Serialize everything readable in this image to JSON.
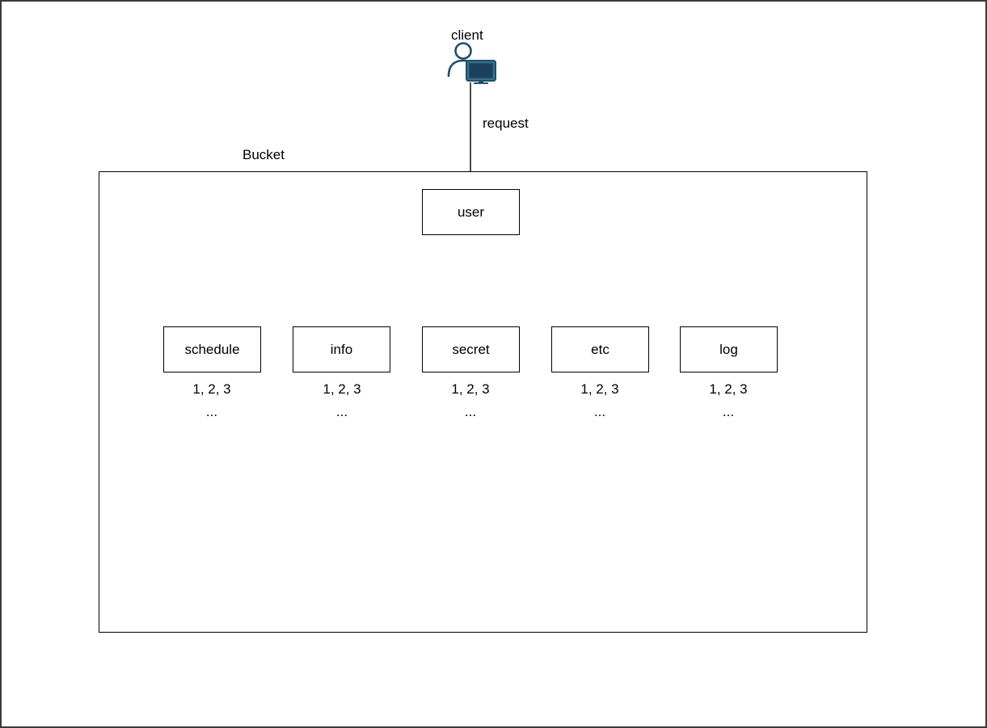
{
  "diagram": {
    "type": "tree-diagram",
    "background_color": "#ffffff",
    "line_color": "#000000",
    "icon_stroke_color": "#1f5069",
    "icon_fill_color": "#1c3f5e",
    "client": {
      "label": "client",
      "icon": "user-with-monitor-icon"
    },
    "request_edge": {
      "label": "request",
      "from": "client",
      "to": "user"
    },
    "group": {
      "label": "Bucket"
    },
    "root_node": {
      "label": "user"
    },
    "children": [
      {
        "label": "schedule",
        "items": "1, 2, 3",
        "ellipsis": "..."
      },
      {
        "label": "info",
        "items": "1, 2, 3",
        "ellipsis": "..."
      },
      {
        "label": "secret",
        "items": "1, 2, 3",
        "ellipsis": "..."
      },
      {
        "label": "etc",
        "items": "1, 2, 3",
        "ellipsis": "..."
      },
      {
        "label": "log",
        "items": "1, 2, 3",
        "ellipsis": "..."
      }
    ]
  }
}
